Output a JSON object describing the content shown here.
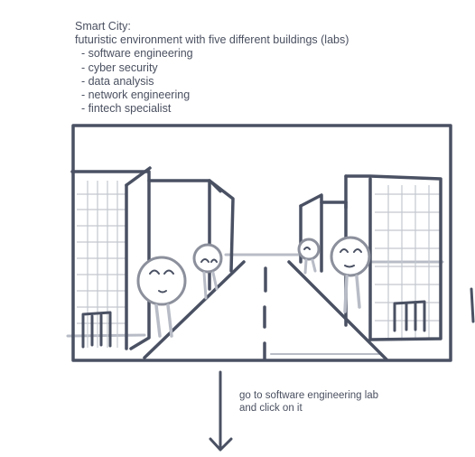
{
  "notes": {
    "heading": "Smart City:",
    "description": "futuristic environment with five different buildings (labs)",
    "labs": [
      "  - software engineering",
      "  - cyber security",
      "  - data analysis",
      "  - network engineering",
      "  - fintech specialist"
    ]
  },
  "caption": {
    "line1": "go to software engineering lab",
    "line2": "and click on it"
  },
  "colors": {
    "ink": "#4a5163",
    "soft_ink": "#b8bcc6",
    "grid": "#c3c7cf",
    "background": "#ffffff"
  },
  "icons": [
    "robot-icon",
    "building-icon",
    "road-icon",
    "down-arrow-icon"
  ]
}
